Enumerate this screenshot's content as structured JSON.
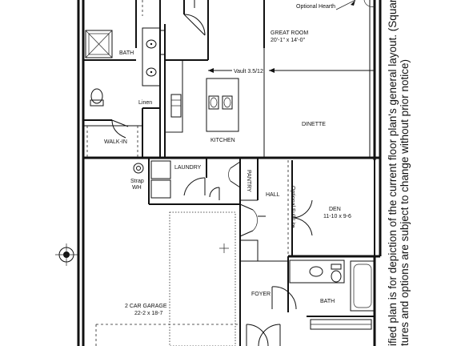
{
  "labels": {
    "optional_hearth": "Optional Hearth",
    "bath_master": "BATH",
    "linen": "Linen",
    "walk_in": "WALK-IN",
    "kitchen": "KITCHEN",
    "great_room": "GREAT ROOM",
    "great_room_size": "20'-1\" x 14'-0\"",
    "vault": "Vault 3.5/12",
    "dinette": "DINETTE",
    "laundry": "LAUNDRY",
    "strap": "Strap",
    "wh": "WH",
    "pantry": "PANTRY",
    "hall": "HALL",
    "optional_full_lite": "Optional Full Lite",
    "den": "DEN",
    "den_size": "11-10 x 9-6",
    "foyer": "FOYER",
    "bath_hall": "BATH",
    "garage": "2 CAR GARAGE",
    "garage_size": "22-2 x 18-7"
  },
  "notice": {
    "line1": "ified plan is for depiction of the current floor plan's general layout. (Square footage, roo",
    "line2": "tures and options are subject to change without prior notice)"
  }
}
